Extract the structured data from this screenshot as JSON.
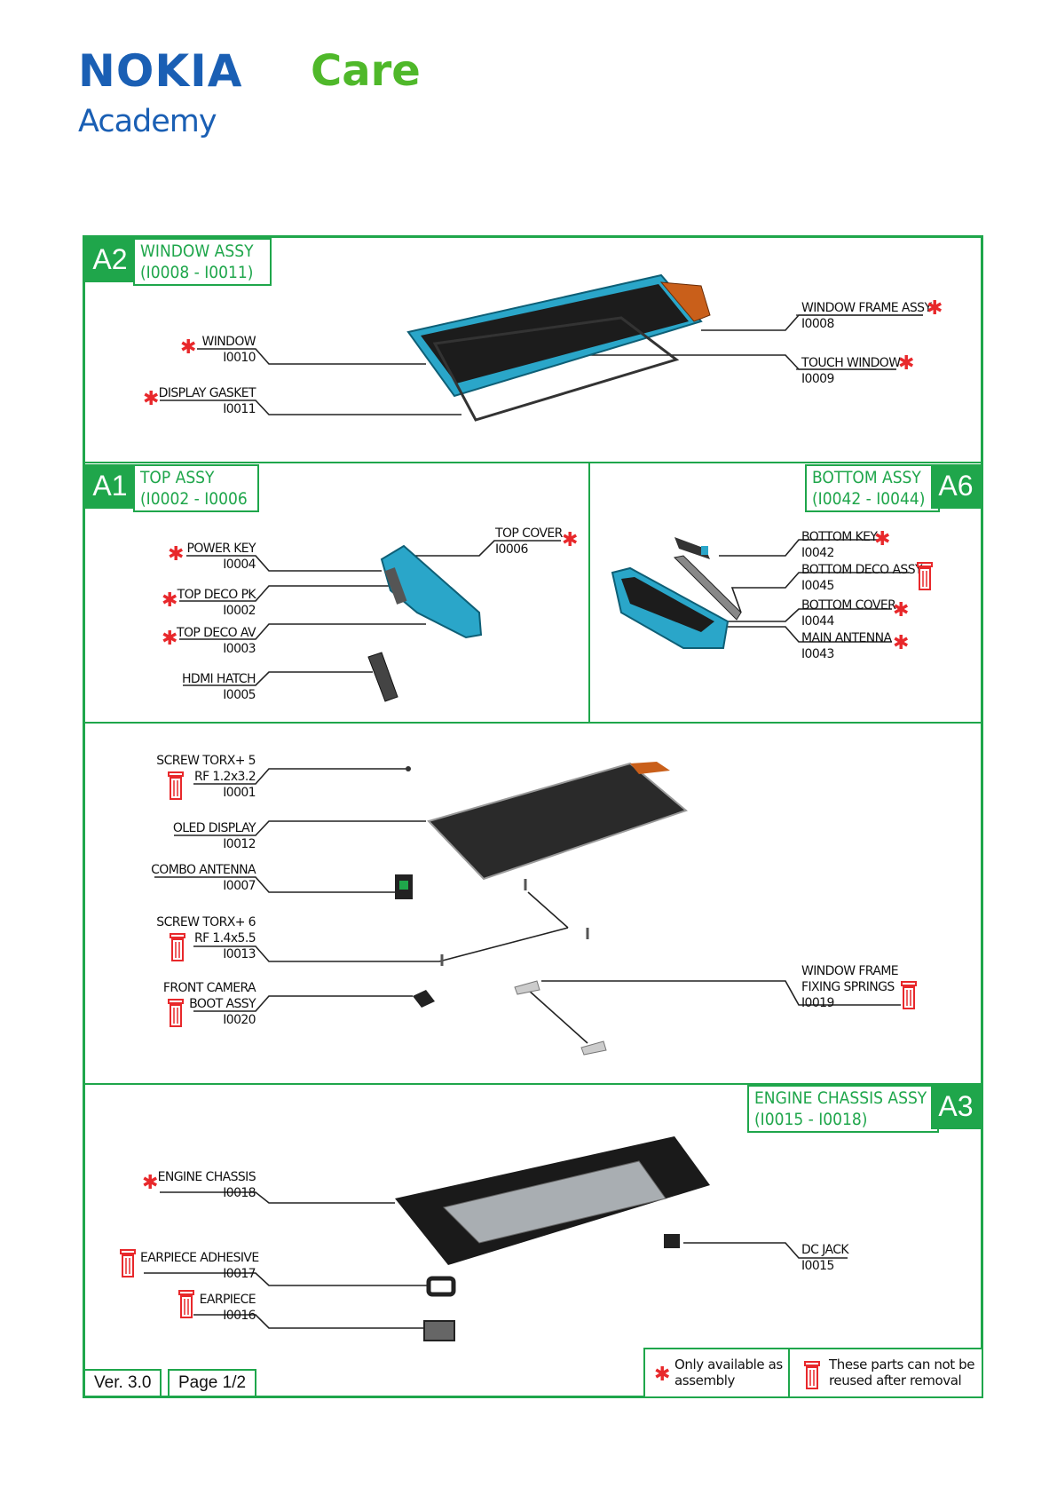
{
  "brand": {
    "name": "NOKIA",
    "care": "Care",
    "academy": "Academy"
  },
  "sections": {
    "a2": {
      "tag": "A2",
      "title": "WINDOW ASSY",
      "range": "(I0008 - I0011)"
    },
    "a1": {
      "tag": "A1",
      "title": "TOP ASSY",
      "range": "(I0002 - I0006"
    },
    "a6": {
      "tag": "A6",
      "title": "BOTTOM ASSY",
      "range": "(I0042 - I0044)"
    },
    "a3": {
      "tag": "A3",
      "title": "ENGINE CHASSIS ASSY",
      "range": "(I0015 - I0018)"
    }
  },
  "parts": {
    "window": {
      "name": "WINDOW",
      "code": "I0010"
    },
    "display_gasket": {
      "name": "DISPLAY GASKET",
      "code": "I0011"
    },
    "window_frame_assy": {
      "name": "WINDOW FRAME ASSY",
      "code": "I0008"
    },
    "touch_window": {
      "name": "TOUCH WINDOW",
      "code": "I0009"
    },
    "power_key": {
      "name": "POWER KEY",
      "code": "I0004"
    },
    "top_deco_pk": {
      "name": "TOP DECO PK",
      "code": "I0002"
    },
    "top_deco_av": {
      "name": "TOP DECO AV",
      "code": "I0003"
    },
    "hdmi_hatch": {
      "name": "HDMI HATCH",
      "code": "I0005"
    },
    "top_cover": {
      "name": "TOP COVER",
      "code": "I0006"
    },
    "bottom_key": {
      "name": "BOTTOM KEY",
      "code": "I0042"
    },
    "bottom_deco_assy": {
      "name": "BOTTOM DECO ASSY",
      "code": "I0045"
    },
    "bottom_cover": {
      "name": "BOTTOM COVER",
      "code": "I0044"
    },
    "main_antenna": {
      "name": "MAIN ANTENNA",
      "code": "I0043"
    },
    "screw_5": {
      "name1": "SCREW TORX+ 5",
      "name2": "RF 1.2x3.2",
      "code": "I0001"
    },
    "oled_display": {
      "name": "OLED DISPLAY",
      "code": "I0012"
    },
    "combo_antenna": {
      "name": "COMBO ANTENNA",
      "code": "I0007"
    },
    "screw_6": {
      "name1": "SCREW TORX+ 6",
      "name2": "RF 1.4x5.5",
      "code": "I0013"
    },
    "front_camera": {
      "name1": "FRONT CAMERA",
      "name2": "BOOT ASSY",
      "code": "I0020"
    },
    "wf_springs": {
      "name1": "WINDOW FRAME",
      "name2": "FIXING SPRINGS",
      "code": "I0019"
    },
    "engine_chassis": {
      "name": "ENGINE CHASSIS",
      "code": "I0018"
    },
    "earpiece_adhesive": {
      "name": "EARPIECE ADHESIVE",
      "code": "I0017"
    },
    "earpiece": {
      "name": "EARPIECE",
      "code": "I0016"
    },
    "dc_jack": {
      "name": "DC JACK",
      "code": "I0015"
    }
  },
  "footer": {
    "version": "Ver. 3.0",
    "page": "Page 1/2"
  },
  "legend": {
    "assembly_line1": "Only available as",
    "assembly_line2": "assembly",
    "reuse_line1": "These parts can not be",
    "reuse_line2": "reused after removal"
  },
  "colors": {
    "green": "#1fa64b",
    "blue": "#1a5fb4",
    "light_green": "#4fb82a",
    "red": "#e8282b",
    "part_cyan": "#2aa6c9"
  }
}
